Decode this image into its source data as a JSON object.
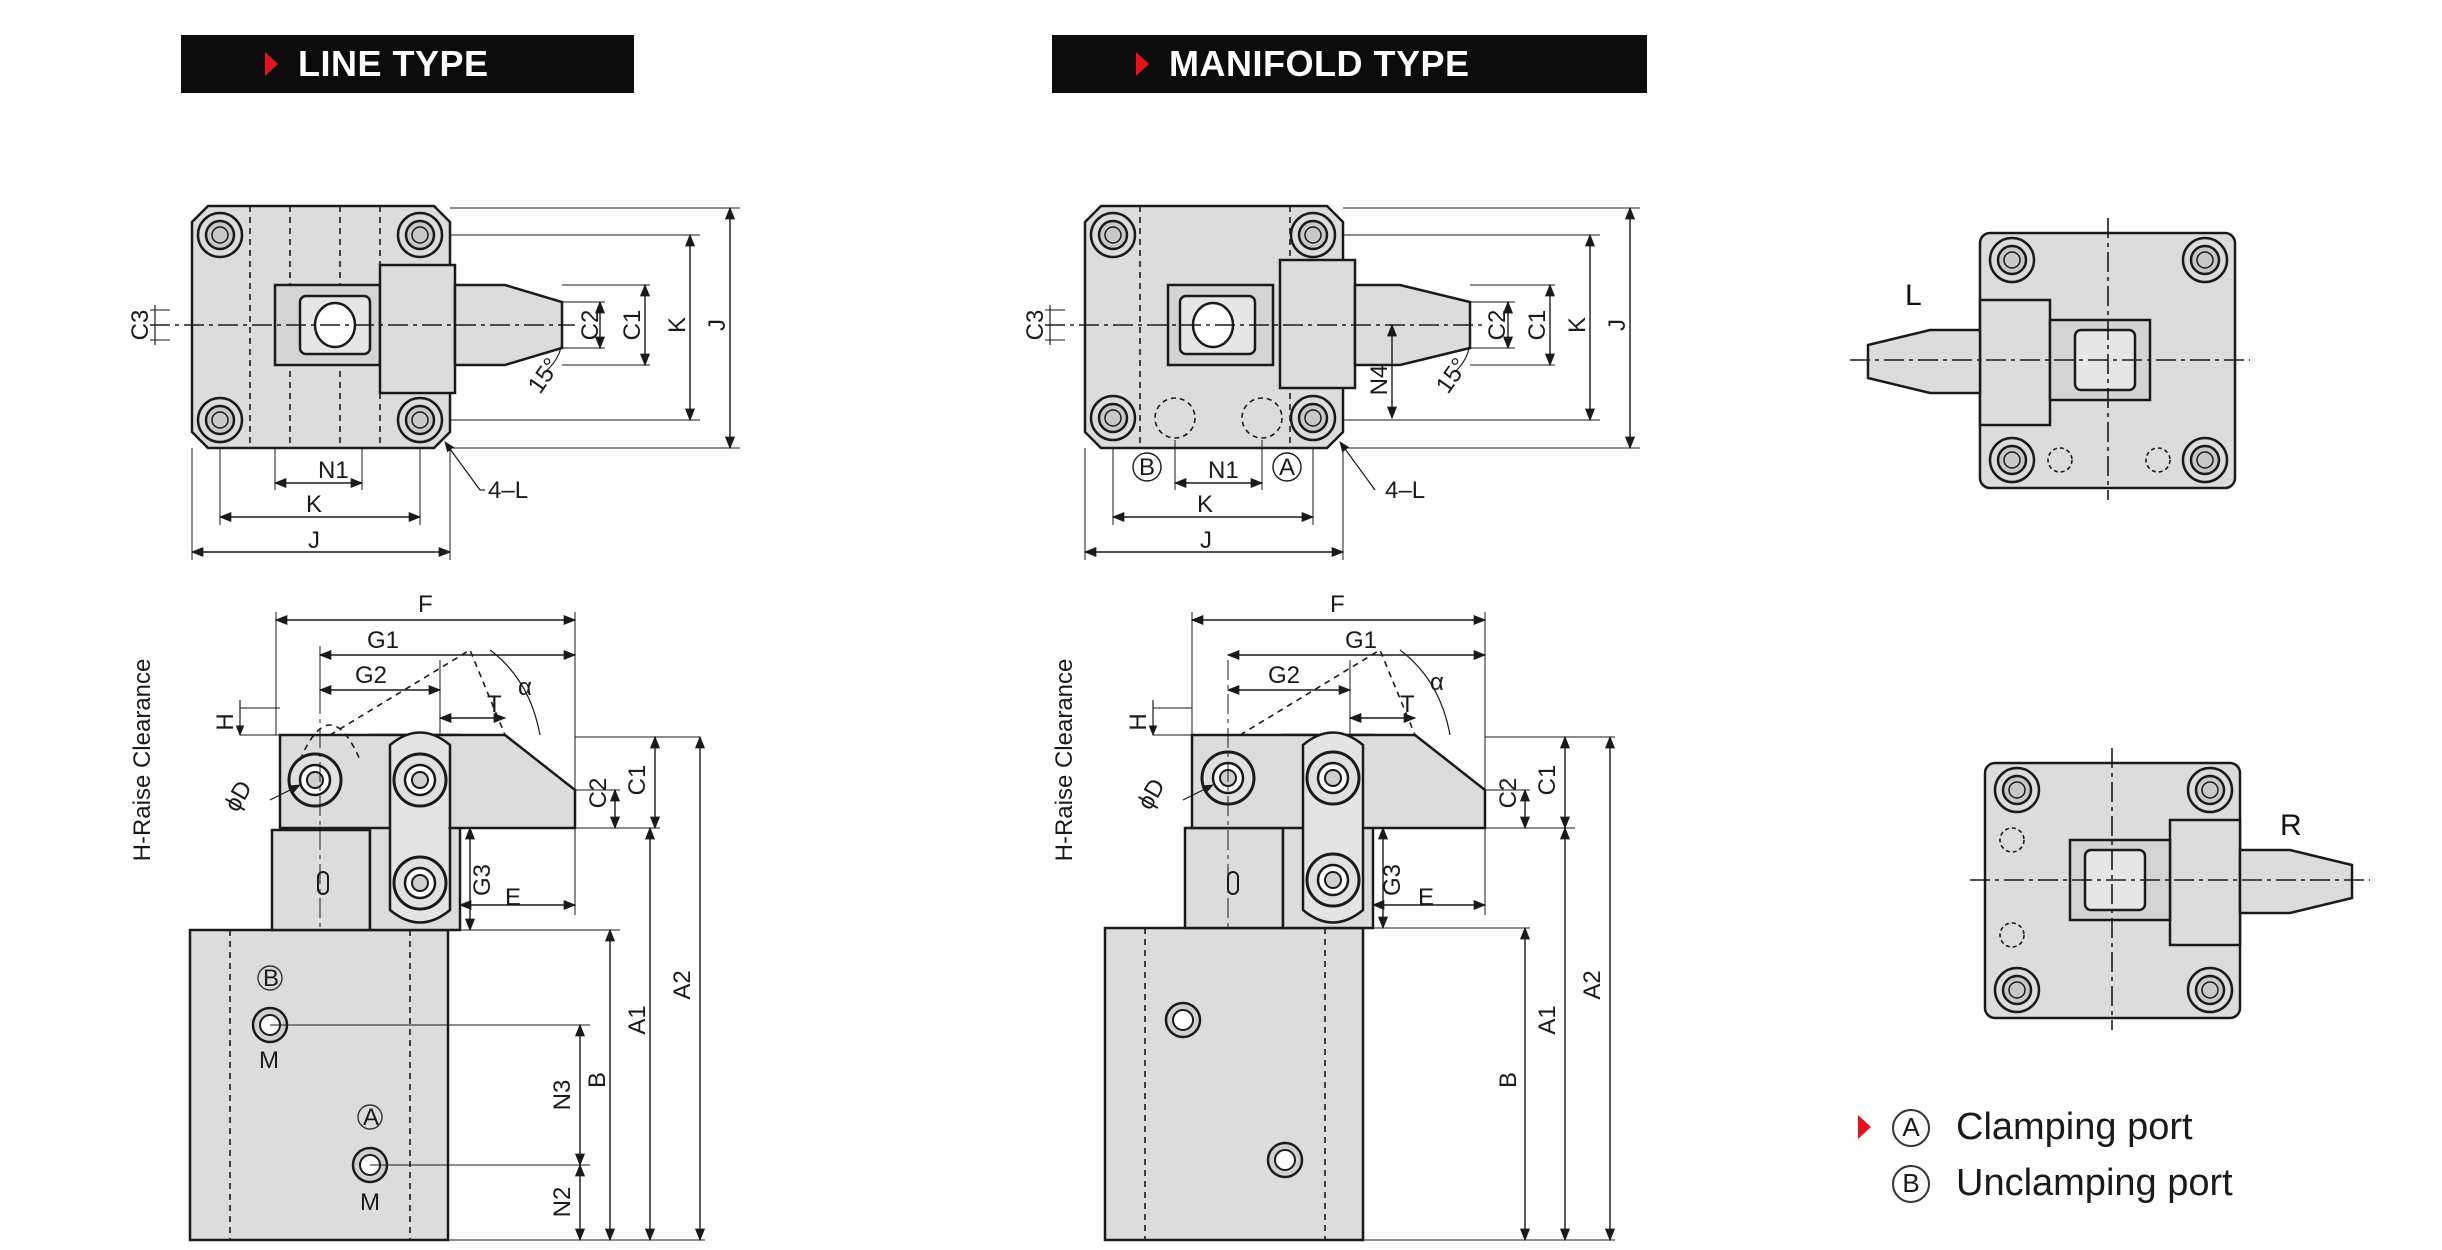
{
  "banners": {
    "line_type": "LINE TYPE",
    "manifold_type": "MANIFOLD TYPE"
  },
  "dimensions": {
    "C1": "C1",
    "C2": "C2",
    "C3": "C3",
    "K": "K",
    "J": "J",
    "N1": "N1",
    "N2": "N2",
    "N3": "N3",
    "N4": "N4",
    "L4": "4–L",
    "angle15": "15°",
    "F": "F",
    "G1": "G1",
    "G2": "G2",
    "G3": "G3",
    "T": "T",
    "alpha": "α",
    "H": "H",
    "phiD": "ϕD",
    "E": "E",
    "A1": "A1",
    "A2": "A2",
    "B": "B",
    "M": "M",
    "raise_clearance": "H-Raise Clearance",
    "port_A": "A",
    "port_B": "B"
  },
  "orientation_labels": {
    "left": "L",
    "right": "R"
  },
  "legend": [
    {
      "symbol": "A",
      "text": "Clamping port",
      "marker": "red-triangle"
    },
    {
      "symbol": "B",
      "text": "Unclamping port",
      "marker": "none"
    }
  ],
  "colors": {
    "banner_bg": "#0c0c0c",
    "accent": "#e3141f",
    "part_fill": "#dcdcdc",
    "line": "#1a1a1a"
  }
}
